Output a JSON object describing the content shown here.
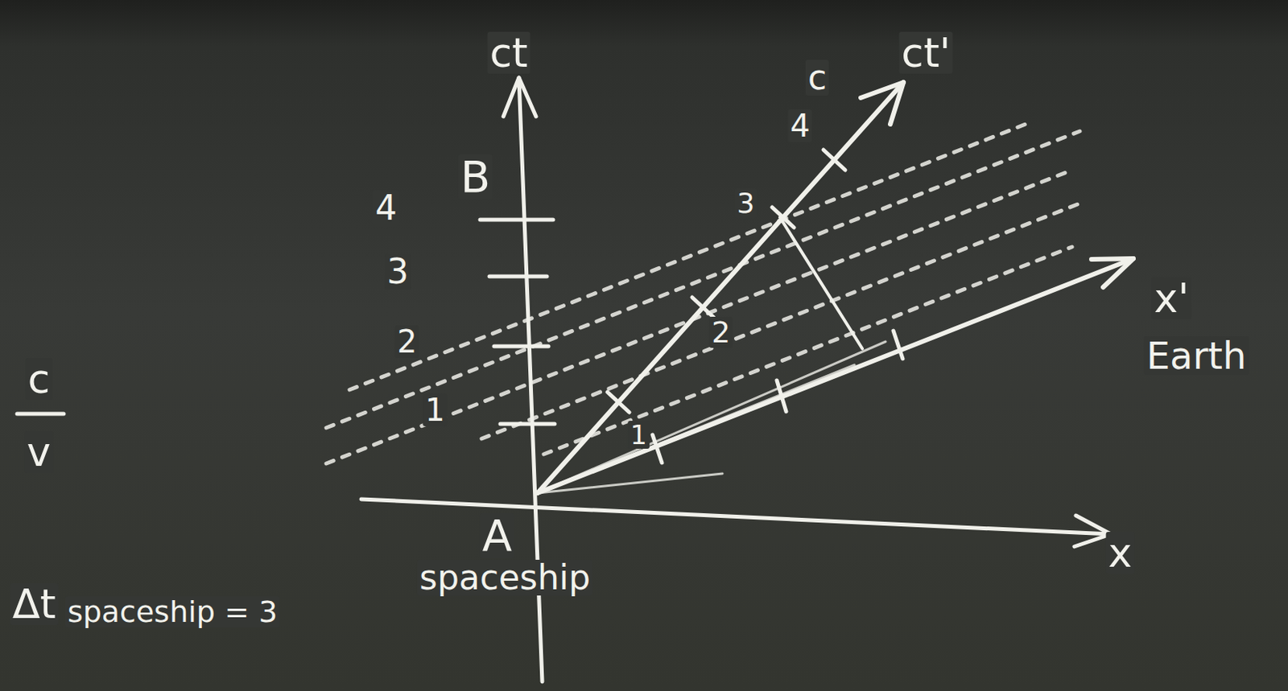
{
  "diagram": {
    "labels": [
      "ct",
      "ct'",
      "B",
      "4",
      "3",
      "2",
      "1",
      "c",
      "4",
      "3",
      "2",
      "1",
      "A",
      "spaceship",
      "x",
      "x'",
      "Earth",
      "c",
      "v",
      "Δt",
      "spaceship = 3"
    ]
  }
}
